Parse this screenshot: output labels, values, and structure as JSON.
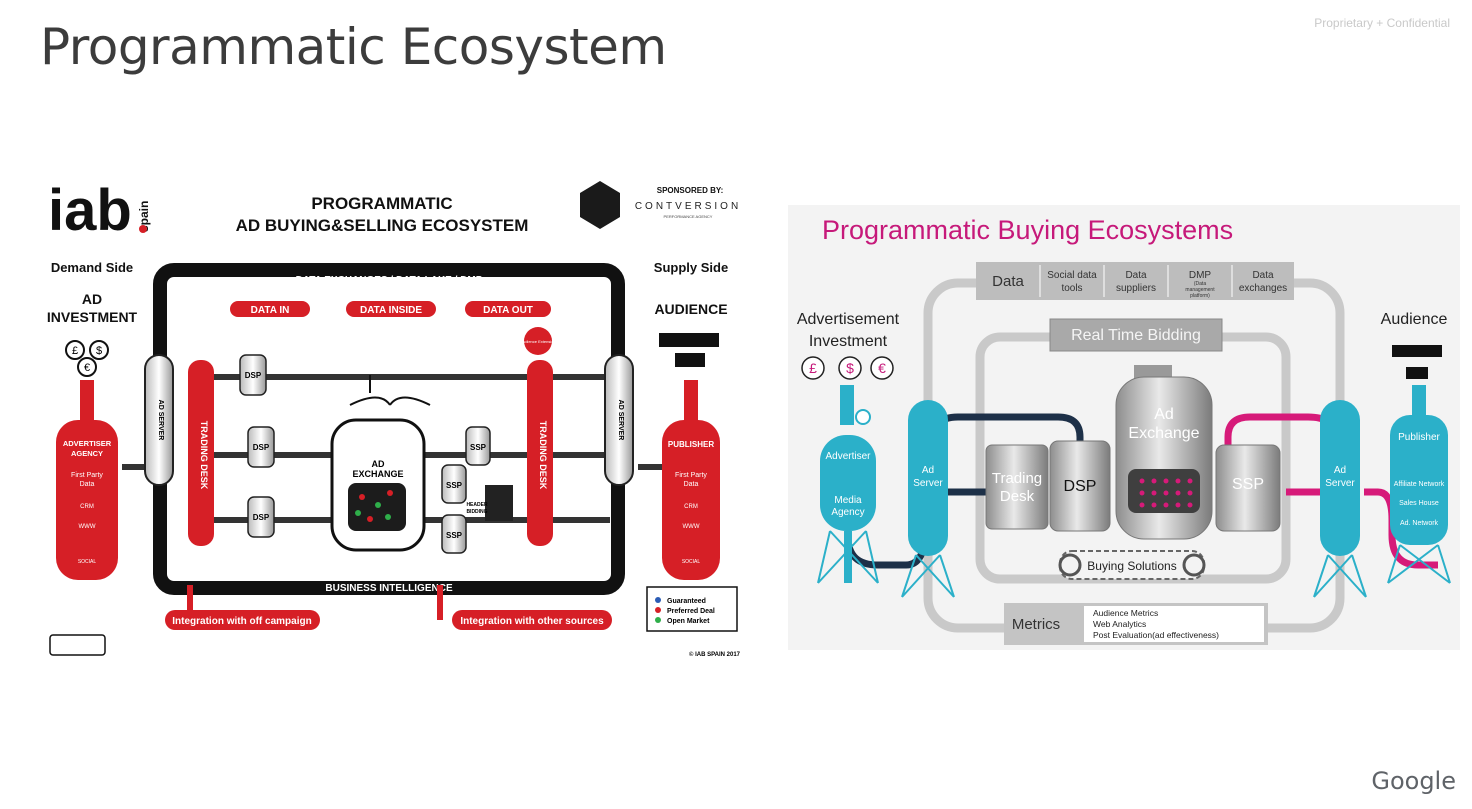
{
  "slide": {
    "title": "Programmatic Ecosystem",
    "confidential": "Proprietary + Confidential",
    "footer_logo": "Google"
  },
  "iab": {
    "logo": "iab",
    "logo_sub": "spain",
    "title_line1": "PROGRAMMATIC",
    "title_line2": "AD BUYING&SELLING ECOSYSTEM",
    "sponsored_by": "SPONSORED BY:",
    "sponsor": "CONTVERSION",
    "sponsor_sub": "PERFORMANCE AGENCY",
    "demand_side": "Demand Side",
    "ad_investment_1": "AD",
    "ad_investment_2": "INVESTMENT",
    "supply_side": "Supply Side",
    "audience": "AUDIENCE",
    "data_exchanges": "DATA EXCHANGES / DATA LAKE / DMP",
    "data_in": "DATA IN",
    "data_inside": "DATA INSIDE",
    "data_out": "DATA OUT",
    "audience_extension": "Audience Extension",
    "ad_server": "AD SERVER",
    "trading_desk": "TRADING DESK",
    "dsp": "DSP",
    "ssp": "SSP",
    "ad_exchange_1": "AD",
    "ad_exchange_2": "EXCHANGE",
    "header_bidding_1": "HEADER",
    "header_bidding_2": "BIDDING",
    "advertiser_1": "ADVERTISER",
    "advertiser_2": "AGENCY",
    "publisher": "PUBLISHER",
    "first_party_1": "First Party",
    "first_party_2": "Data",
    "crm": "CRM",
    "www": "WWW",
    "social": "SOCIAL",
    "business_intelligence": "BUSINESS INTELLIGENCE",
    "integration_off": "Integration with off campaign",
    "integration_other": "Integration with other sources",
    "legend": [
      "Guaranteed",
      "Preferred Deal",
      "Open Market"
    ],
    "copyright": "© IAB SPAIN 2017",
    "currencies": [
      "£",
      "$",
      "€"
    ]
  },
  "buying": {
    "title": "Programmatic Buying Ecosystems",
    "data_label": "Data",
    "data_items": [
      [
        "Social data",
        "tools"
      ],
      [
        "Data",
        "suppliers"
      ],
      [
        "DMP",
        ""
      ],
      [
        "Data",
        "exchanges"
      ]
    ],
    "dmp_sub": [
      "(Data",
      "management",
      "platform)"
    ],
    "rtb": "Real Time Bidding",
    "adv_investment_1": "Advertisement",
    "adv_investment_2": "Investment",
    "currencies": [
      "£",
      "$",
      "€"
    ],
    "advertiser": "Advertiser",
    "media_agency_1": "Media",
    "media_agency_2": "Agency",
    "ad_server_1": "Ad",
    "ad_server_2": "Server",
    "trading_desk_1": "Trading",
    "trading_desk_2": "Desk",
    "dsp": "DSP",
    "ad_exchange_1": "Ad",
    "ad_exchange_2": "Exchange",
    "ssp": "SSP",
    "audience": "Audience",
    "publisher": "Publisher",
    "pub_items": [
      "Affiliate Network",
      "Sales House",
      "Ad. Network"
    ],
    "buying_solutions": "Buying Solutions",
    "metrics": "Metrics",
    "metrics_items": [
      "Audience Metrics",
      "Web Analytics",
      "Post Evaluation(ad effectiveness)"
    ]
  }
}
